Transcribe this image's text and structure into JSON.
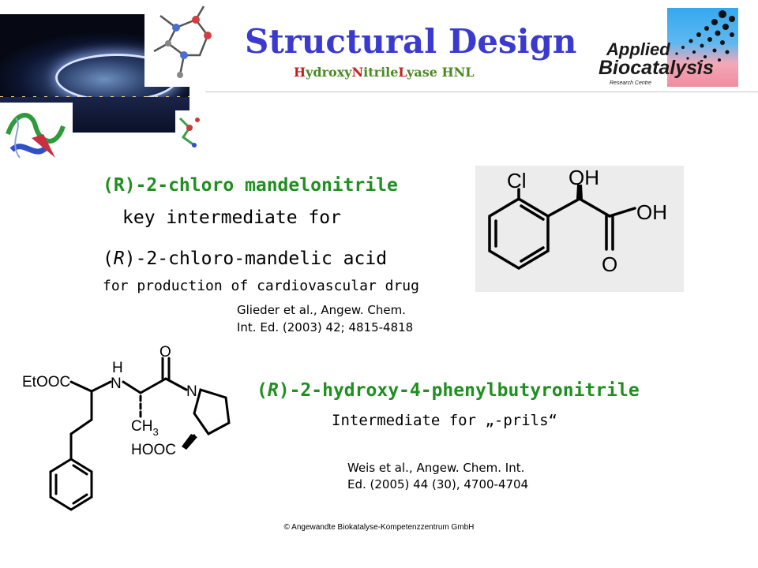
{
  "header": {
    "title": "Structural Design",
    "subtitle_parts": [
      "H",
      "ydroxy",
      "N",
      "itrile",
      "L",
      "yase HNL"
    ]
  },
  "logo": {
    "line1": "Applied",
    "line2": "Biocatalysis",
    "line3": "Research Centre"
  },
  "section1": {
    "line1": "(R)-2-chloro mandelonitrile",
    "line2": "key intermediate for",
    "line3_open": "(",
    "line3_r": "R",
    "line3_rest": ")-2-chloro-mandelic acid",
    "line4": "for production of cardiovascular drug",
    "ref_line1": "Glieder et al., Angew. Chem.",
    "ref_line2": "Int. Ed. (2003) 42; 4815-4818"
  },
  "structure1": {
    "cl": "Cl",
    "oh_top": "OH",
    "oh_right": "OH",
    "o": "O"
  },
  "section2": {
    "line1_open": "(",
    "line1_r": "R",
    "line1_rest": ")-2-hydroxy-4-phenylbutyronitrile",
    "line2": "Intermediate for „-prils“",
    "ref_line1": "Weis et al., Angew. Chem. Int.",
    "ref_line2": "Ed. (2005) 44 (30), 4700-4704"
  },
  "structure2": {
    "etooc": "EtOOC",
    "h": "H",
    "n1": "N",
    "o": "O",
    "n2": "N",
    "ch": "CH",
    "sub3": "3",
    "hooc": "HOOC"
  },
  "footer": "© Angewandte Biokatalyse-Kompetenzzentrum  GmbH",
  "colors": {
    "title": "#3a3ad0",
    "subtitle_red": "#c02020",
    "subtitle_green": "#4a8a20",
    "heading_green": "#1f8f1f"
  }
}
